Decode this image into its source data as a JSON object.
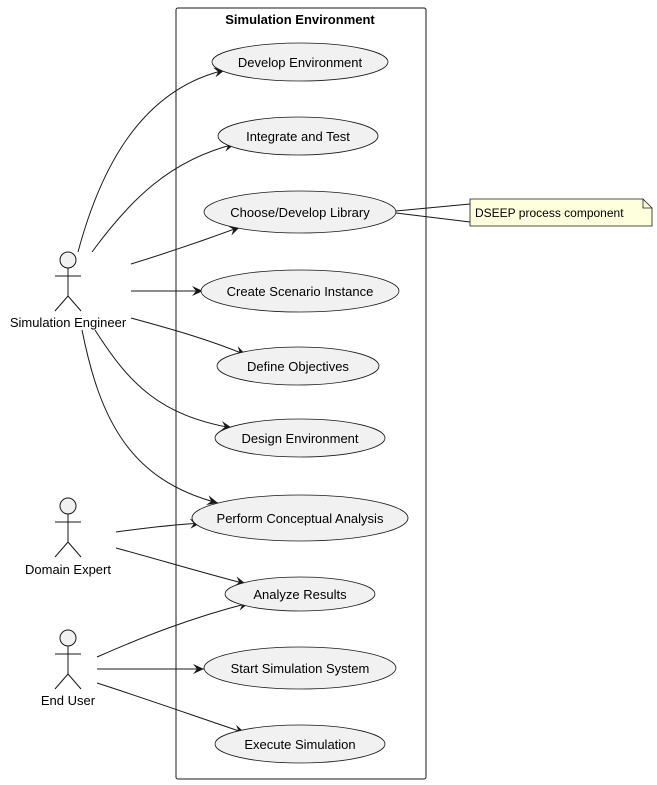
{
  "system": {
    "title": "Simulation Environment"
  },
  "actors": {
    "simulation_engineer": "Simulation Engineer",
    "domain_expert": "Domain Expert",
    "end_user": "End User"
  },
  "use_cases": {
    "develop_environment": "Develop Environment",
    "integrate_and_test": "Integrate and Test",
    "choose_develop_library": "Choose/Develop Library",
    "create_scenario_instance": "Create Scenario Instance",
    "define_objectives": "Define Objectives",
    "design_environment": "Design Environment",
    "perform_conceptual_analysis": "Perform Conceptual Analysis",
    "analyze_results": "Analyze Results",
    "start_simulation_system": "Start Simulation System",
    "execute_simulation": "Execute Simulation"
  },
  "note": {
    "text": "DSEEP process component"
  },
  "colors": {
    "use_case_fill": "#f1f1f1",
    "use_case_stroke": "#181818",
    "note_fill": "#feffdd",
    "note_stroke": "#181818",
    "line": "#181818"
  }
}
